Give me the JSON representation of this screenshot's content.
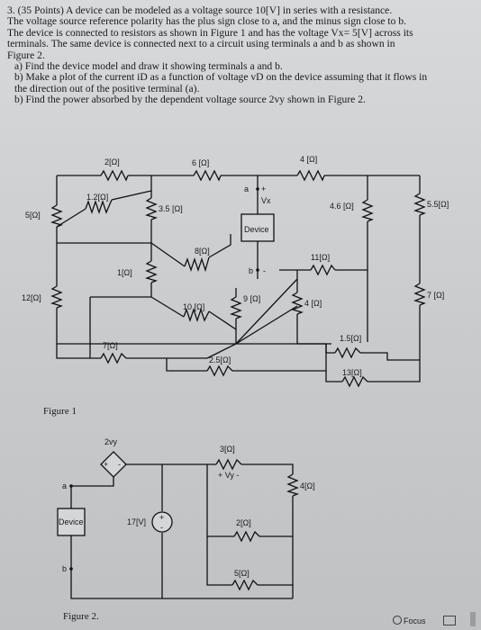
{
  "problem": {
    "lines": [
      "3. (35 Points) A device can be modeled as a voltage source 10[V] in series with a resistance.",
      "The voltage source reference polarity has the plus sign close to a, and the minus sign close to b.",
      "The device is connected to resistors as shown in Figure 1 and has the voltage Vx= 5[V] across its",
      "terminals. The same device is connected next to a circuit using terminals a and b as shown in",
      "Figure 2.",
      "a) Find the device model and draw it showing terminals a and b.",
      "b) Make a plot of the current iD as a function of voltage vD on the device assuming that it flows in",
      "the direction out of the positive terminal (a).",
      "b) Find the power absorbed by the dependent voltage source 2vy shown in Figure 2."
    ]
  },
  "figure1": {
    "caption": "Figure 1",
    "labels": {
      "r2": "2[Ω]",
      "r6": "6 [Ω]",
      "r4top": "4 [Ω]",
      "r12a": "1.2[Ω]",
      "r5": "5[Ω]",
      "r35": "3.5 [Ω]",
      "r46": "4.6 [Ω]",
      "r55": "5.5[Ω]",
      "r8": "8[Ω]",
      "r11": "11[Ω]",
      "r1": "1[Ω]",
      "r12": "12[Ω]",
      "r10": "10 [Ω]",
      "r9": "9 [Ω]",
      "r4mid": "4 [Ω]",
      "r7right": "7 [Ω]",
      "r15": "1.5[Ω]",
      "r7": "7[Ω]",
      "r13": "13[Ω]",
      "r25": "2.5[Ω]",
      "device": "Device",
      "a": "a",
      "b": "b",
      "plus": "+",
      "minus": "-",
      "vx": "Vx"
    }
  },
  "figure2": {
    "caption": "Figure 2.",
    "labels": {
      "dep_src": "2vy",
      "r3": "3[Ω]",
      "vy": "+ Vy -",
      "r4": "4[Ω]",
      "src17": "17[V]",
      "r2": "2[Ω]",
      "r5": "5[Ω]",
      "device": "Device",
      "a": "a",
      "b": "b"
    }
  },
  "statusbar": {
    "focus": "Focus"
  }
}
